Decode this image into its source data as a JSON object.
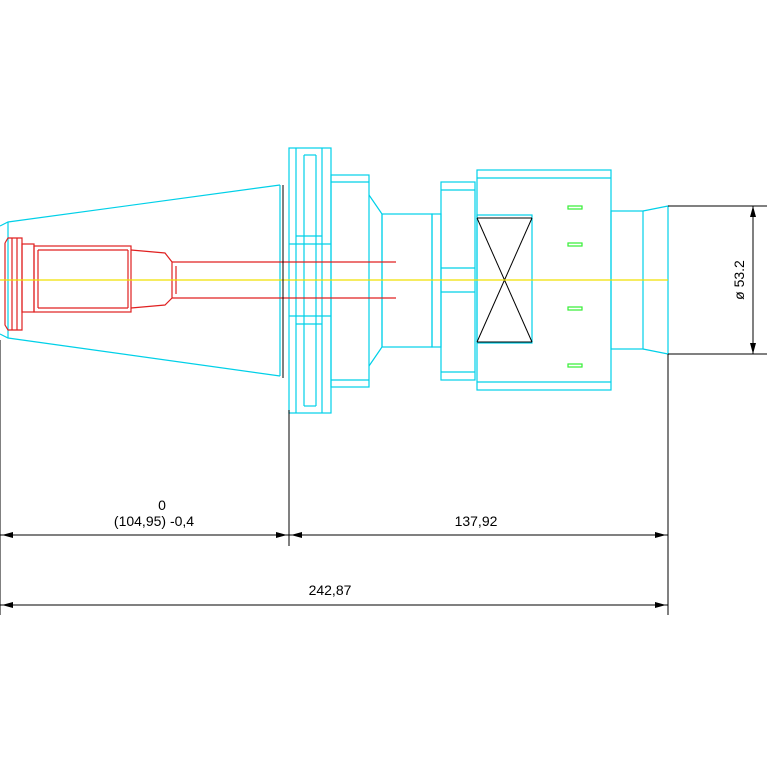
{
  "dimensions": {
    "left_zero": "0",
    "left_main": "(104,95) -0,4",
    "right_segment": "137,92",
    "overall": "242,87",
    "diameter": "ø 53.2"
  }
}
